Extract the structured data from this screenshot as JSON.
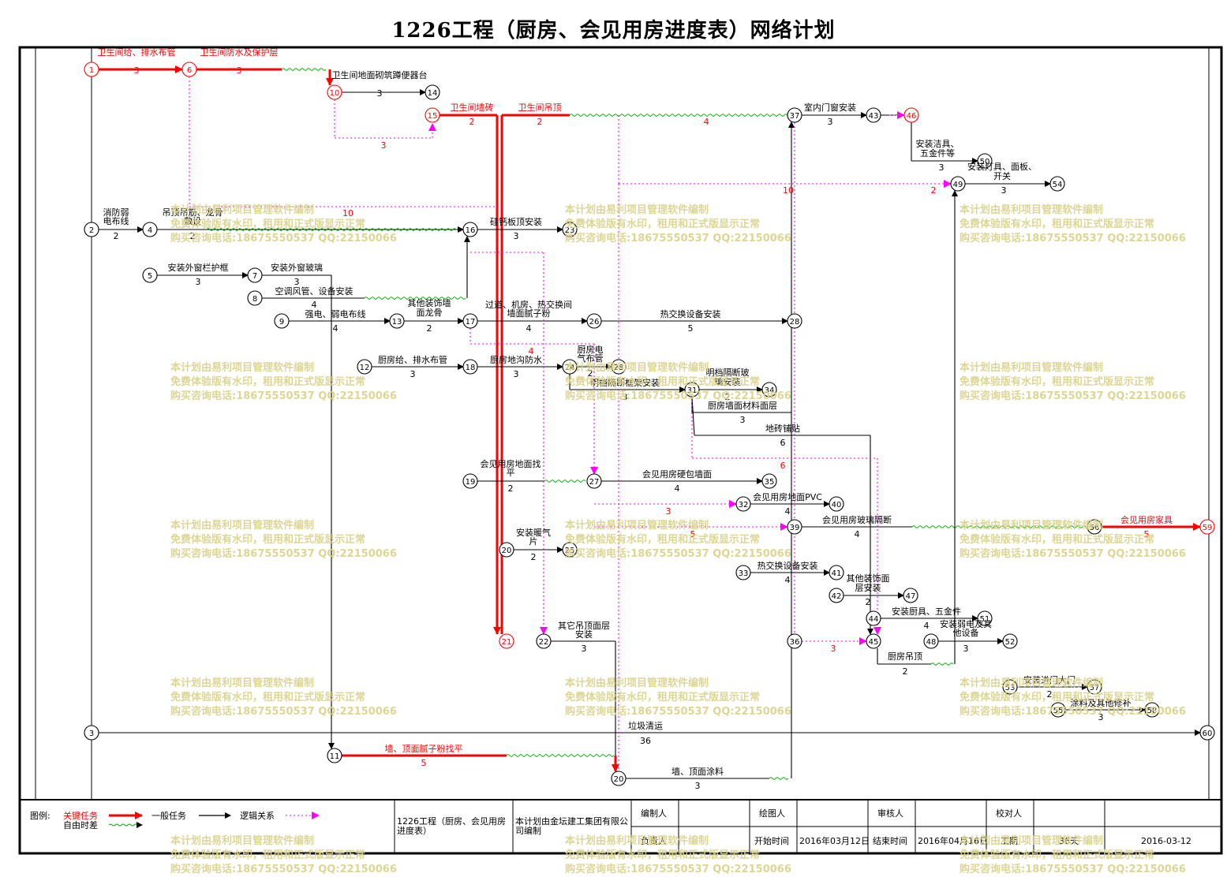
{
  "title": "1226工程（厨房、会见用房进度表）网络计划",
  "colors": {
    "critical": "#ff0000",
    "normal": "#000000",
    "logic": "#ff00ff",
    "float": "#00aa00",
    "watermark": "#d9d28a"
  },
  "nodes": [
    {
      "id": "1",
      "c": true
    },
    {
      "id": "2"
    },
    {
      "id": "3"
    },
    {
      "id": "4"
    },
    {
      "id": "5"
    },
    {
      "id": "6",
      "c": true
    },
    {
      "id": "7"
    },
    {
      "id": "8"
    },
    {
      "id": "9"
    },
    {
      "id": "10",
      "c": true
    },
    {
      "id": "11"
    },
    {
      "id": "12"
    },
    {
      "id": "13"
    },
    {
      "id": "14"
    },
    {
      "id": "15",
      "c": true
    },
    {
      "id": "16"
    },
    {
      "id": "17"
    },
    {
      "id": "18"
    },
    {
      "id": "19"
    },
    {
      "id": "20"
    },
    {
      "id": "21",
      "c": true
    },
    {
      "id": "22"
    },
    {
      "id": "23"
    },
    {
      "id": "24"
    },
    {
      "id": "25"
    },
    {
      "id": "26"
    },
    {
      "id": "27"
    },
    {
      "id": "28"
    },
    {
      "id": "28b",
      "label": "28"
    },
    {
      "id": "31"
    },
    {
      "id": "32"
    },
    {
      "id": "33"
    },
    {
      "id": "34"
    },
    {
      "id": "35"
    },
    {
      "id": "36"
    },
    {
      "id": "37"
    },
    {
      "id": "39"
    },
    {
      "id": "40"
    },
    {
      "id": "41"
    },
    {
      "id": "42"
    },
    {
      "id": "43"
    },
    {
      "id": "44"
    },
    {
      "id": "45"
    },
    {
      "id": "46",
      "c": true
    },
    {
      "id": "47"
    },
    {
      "id": "48"
    },
    {
      "id": "49"
    },
    {
      "id": "50"
    },
    {
      "id": "51"
    },
    {
      "id": "52"
    },
    {
      "id": "53"
    },
    {
      "id": "54"
    },
    {
      "id": "55"
    },
    {
      "id": "56"
    },
    {
      "id": "57"
    },
    {
      "id": "58"
    },
    {
      "id": "59",
      "c": true
    },
    {
      "id": "60"
    }
  ],
  "tasks": [
    {
      "from": "1",
      "to": "6",
      "name": "卫生间给、排水布管",
      "dur": "3",
      "critical": true
    },
    {
      "from": "6",
      "to": "10",
      "name": "卫生间防水及保护层",
      "dur": "3",
      "critical": true
    },
    {
      "from": "10",
      "to": "14",
      "name": "卫生间地面砌筑蹲便器台",
      "dur": "3"
    },
    {
      "from": "15",
      "to": "21",
      "name": "卫生间墙砖",
      "dur": "2",
      "critical": true
    },
    {
      "from": "21",
      "to": "37",
      "name": "卫生间吊顶",
      "dur": "2",
      "critical": true
    },
    {
      "from": "37",
      "to": "43",
      "name": "室内门窗安装",
      "dur": "3"
    },
    {
      "from": "46",
      "to": "50",
      "name": "安装洁具、五金件等",
      "dur": "3"
    },
    {
      "from": "49",
      "to": "54",
      "name": "安装灯具、面板、开关",
      "dur": "3"
    },
    {
      "from": "2",
      "to": "4",
      "name": "消防弱电布线",
      "dur": "2"
    },
    {
      "from": "4",
      "to": "16",
      "name": "吊顶吊筋、龙骨敷设",
      "dur": "2"
    },
    {
      "from": "16",
      "to": "23",
      "name": "硅钙板顶安装",
      "dur": "3"
    },
    {
      "from": "5",
      "to": "7",
      "name": "安装外窗栏护框",
      "dur": "3"
    },
    {
      "from": "7",
      "to": "11",
      "name": "安装外窗玻璃",
      "dur": "3"
    },
    {
      "from": "8",
      "to": "16",
      "name": "空调风管、设备安装",
      "dur": "4"
    },
    {
      "from": "9",
      "to": "13",
      "name": "强电、弱电布线",
      "dur": "4"
    },
    {
      "from": "13",
      "to": "17",
      "name": "其他装饰墙面龙骨",
      "dur": "2"
    },
    {
      "from": "17",
      "to": "26",
      "name": "过道、机房、热交换间墙面腻子粉",
      "dur": "4"
    },
    {
      "from": "26",
      "to": "28",
      "name": "热交换设备安装",
      "dur": "5"
    },
    {
      "from": "12",
      "to": "18",
      "name": "厨房给、排水布管",
      "dur": "3"
    },
    {
      "from": "18",
      "to": "24",
      "name": "厨房地沟防水",
      "dur": "3"
    },
    {
      "from": "24",
      "to": "28b",
      "name": "厨房电气布管",
      "dur": "2"
    },
    {
      "from": "24",
      "to": "31",
      "name": "明档隔断框架安装",
      "dur": "3"
    },
    {
      "from": "31",
      "to": "34",
      "name": "明档隔断玻璃安装",
      "dur": "2"
    },
    {
      "from": "31",
      "to": "36",
      "name": "厨房墙面材料面层",
      "dur": "3"
    },
    {
      "from": "31",
      "to": "45",
      "name": "地砖铺贴",
      "dur": "6"
    },
    {
      "from": "19",
      "to": "27",
      "name": "会见用房地面找平",
      "dur": "2"
    },
    {
      "from": "27",
      "to": "35",
      "name": "会见用房硬包墙面",
      "dur": "4"
    },
    {
      "from": "32",
      "to": "40",
      "name": "会见用房地面PVC",
      "dur": "4"
    },
    {
      "from": "39",
      "to": "56",
      "name": "会见用房玻璃隔断",
      "dur": "4"
    },
    {
      "from": "56",
      "to": "59",
      "name": "会见用房家具",
      "dur": "5",
      "critical": true
    },
    {
      "from": "20",
      "to": "25",
      "name": "安装暖气片",
      "dur": "2"
    },
    {
      "from": "33",
      "to": "41",
      "name": "热交换设备安装",
      "dur": "4"
    },
    {
      "from": "42",
      "to": "47",
      "name": "其他装饰面层安装",
      "dur": "2"
    },
    {
      "from": "44",
      "to": "51",
      "name": "安装厨具、五金件",
      "dur": "4"
    },
    {
      "from": "48",
      "to": "52",
      "name": "安装弱电及其他设备",
      "dur": "3"
    },
    {
      "from": "45",
      "to": "49",
      "name": "厨房吊顶",
      "dur": "2"
    },
    {
      "from": "22",
      "to": "20",
      "name": "其它吊顶面层安装",
      "dur": "3"
    },
    {
      "from": "53",
      "to": "57",
      "name": "安装进门大门",
      "dur": "2"
    },
    {
      "from": "55",
      "to": "58",
      "name": "涂料及其他修补",
      "dur": "3"
    },
    {
      "from": "3",
      "to": "60",
      "name": "垃圾清运",
      "dur": "36"
    },
    {
      "from": "11",
      "to": "20",
      "name": "墙、顶面腻子粉找平",
      "dur": "5",
      "critical": true
    },
    {
      "from": "20",
      "to": "36",
      "name": "墙、顶面涂料",
      "dur": "3"
    }
  ],
  "logic_labels": [
    "3",
    "4",
    "10",
    "2",
    "10",
    "6",
    "3",
    "5",
    "3",
    "4"
  ],
  "watermark": {
    "line1": "本计划由易利项目管理软件编制",
    "line2": "免费体验版有水印，租用和正式版显示正常",
    "line3": "购买咨询电话:18675550537 QQ:22150066"
  },
  "legend": {
    "title": "图例:",
    "critical": "关键任务",
    "normal": "一般任务",
    "logic": "逻辑关系",
    "float": "自由时差"
  },
  "info": {
    "project": "1226工程（厨房、会见用房进度表）",
    "company": "本计划由金坛建工集团有限公司编制",
    "editor": "编制人",
    "drawer": "绘图人",
    "reviewer": "审核人",
    "checker": "校对人",
    "owner": "负责人",
    "start_label": "开始时间",
    "start": "2016年03月12日",
    "end_label": "结束时间",
    "end": "2016年04月16日",
    "duration_label": "工期",
    "duration": "36天",
    "date": "2016-03-12"
  }
}
